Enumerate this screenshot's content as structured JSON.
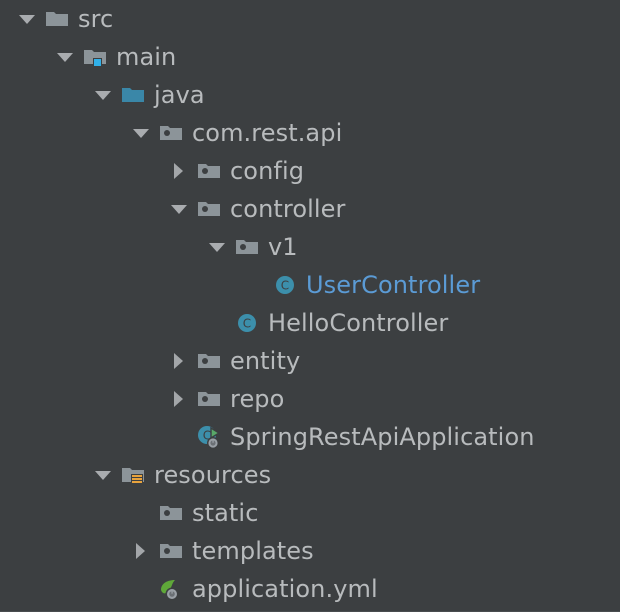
{
  "window": {
    "title": "Project Tree",
    "background_color": "#3c3f41",
    "text_color": "#b8bbbd",
    "accent_color": "#5b9bd5"
  },
  "tree": {
    "name": "project-file-tree",
    "rows": [
      {
        "label": "src",
        "depth": 0,
        "twisty": "expanded",
        "icon": "folder-icon",
        "selected": false
      },
      {
        "label": "main",
        "depth": 1,
        "twisty": "expanded",
        "icon": "folder-source-root-icon",
        "selected": false
      },
      {
        "label": "java",
        "depth": 2,
        "twisty": "expanded",
        "icon": "folder-java-sources-icon",
        "selected": false
      },
      {
        "label": "com.rest.api",
        "depth": 3,
        "twisty": "expanded",
        "icon": "package-icon",
        "selected": false
      },
      {
        "label": "config",
        "depth": 4,
        "twisty": "collapsed",
        "icon": "package-icon",
        "selected": false
      },
      {
        "label": "controller",
        "depth": 4,
        "twisty": "expanded",
        "icon": "package-icon",
        "selected": false
      },
      {
        "label": "v1",
        "depth": 5,
        "twisty": "expanded",
        "icon": "package-icon",
        "selected": false
      },
      {
        "label": "UserController",
        "depth": 6,
        "twisty": "none",
        "icon": "java-class-icon",
        "selected": true
      },
      {
        "label": "HelloController",
        "depth": 5,
        "twisty": "none",
        "icon": "java-class-icon",
        "selected": false
      },
      {
        "label": "entity",
        "depth": 4,
        "twisty": "collapsed",
        "icon": "package-icon",
        "selected": false
      },
      {
        "label": "repo",
        "depth": 4,
        "twisty": "collapsed",
        "icon": "package-icon",
        "selected": false
      },
      {
        "label": "SpringRestApiApplication",
        "depth": 4,
        "twisty": "none",
        "icon": "spring-boot-runnable-class-icon",
        "selected": false
      },
      {
        "label": "resources",
        "depth": 2,
        "twisty": "expanded",
        "icon": "folder-resources-root-icon",
        "selected": false
      },
      {
        "label": "static",
        "depth": 3,
        "twisty": "none",
        "icon": "package-icon",
        "selected": false
      },
      {
        "label": "templates",
        "depth": 3,
        "twisty": "collapsed",
        "icon": "package-icon",
        "selected": false
      },
      {
        "label": "application.yml",
        "depth": 3,
        "twisty": "none",
        "icon": "spring-config-file-icon",
        "selected": false
      }
    ]
  }
}
